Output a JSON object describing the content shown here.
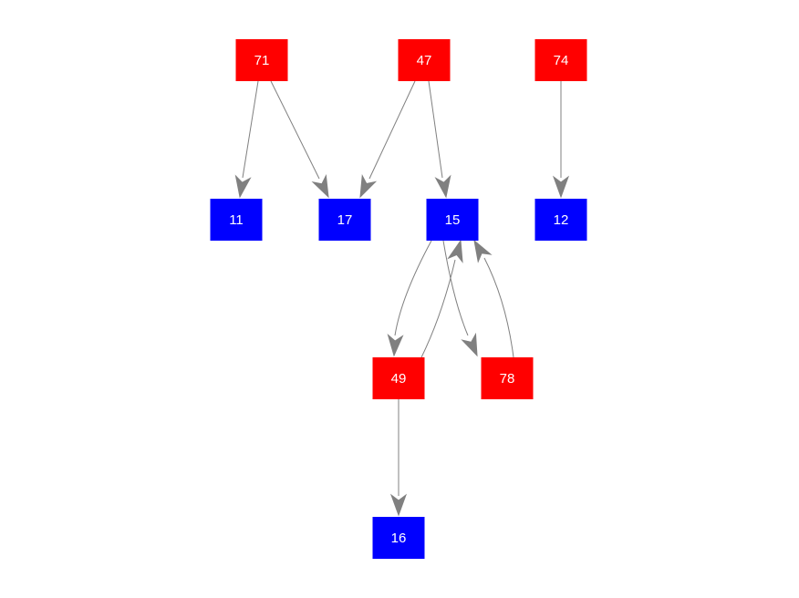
{
  "diagram": {
    "type": "directed-graph",
    "colors": {
      "background": "#ffffff",
      "red_node": "#ff0000",
      "blue_node": "#0000ff",
      "label": "#ffffff",
      "edge": "#808080"
    },
    "nodes": [
      {
        "id": "n71",
        "label": "71",
        "color": "red_node"
      },
      {
        "id": "n47",
        "label": "47",
        "color": "red_node"
      },
      {
        "id": "n74",
        "label": "74",
        "color": "red_node"
      },
      {
        "id": "n11",
        "label": "11",
        "color": "blue_node"
      },
      {
        "id": "n17",
        "label": "17",
        "color": "blue_node"
      },
      {
        "id": "n15",
        "label": "15",
        "color": "blue_node"
      },
      {
        "id": "n12",
        "label": "12",
        "color": "blue_node"
      },
      {
        "id": "n49",
        "label": "49",
        "color": "red_node"
      },
      {
        "id": "n78",
        "label": "78",
        "color": "red_node"
      },
      {
        "id": "n16",
        "label": "16",
        "color": "blue_node"
      }
    ],
    "edges": [
      {
        "from": "n71",
        "to": "n11"
      },
      {
        "from": "n71",
        "to": "n17"
      },
      {
        "from": "n47",
        "to": "n17"
      },
      {
        "from": "n47",
        "to": "n15"
      },
      {
        "from": "n74",
        "to": "n12"
      },
      {
        "from": "n15",
        "to": "n49"
      },
      {
        "from": "n49",
        "to": "n15"
      },
      {
        "from": "n15",
        "to": "n78"
      },
      {
        "from": "n78",
        "to": "n15"
      },
      {
        "from": "n49",
        "to": "n16"
      }
    ]
  }
}
